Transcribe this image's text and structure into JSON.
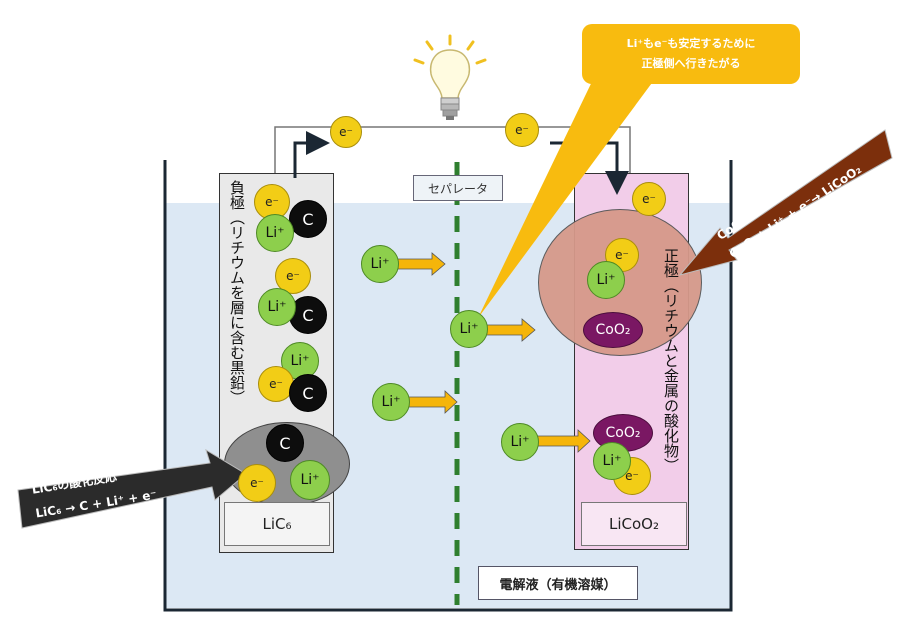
{
  "separator_label": "セパレータ",
  "electrolyte_label": "電解液（有機溶媒）",
  "anode": {
    "vertical_label": "負極（リチウムを層に含む黒鉛）",
    "box_label": "LiC₆",
    "reaction_title": "LiC₆の酸化反応",
    "reaction_eq": "LiC₆ → C + Li⁺ + e⁻"
  },
  "cathode": {
    "vertical_label": "正極（リチウムと金属の酸化物）",
    "box_label": "LiCoO₂",
    "reaction_title": "CoO₂の還元反応",
    "reaction_eq": "CoO₂+ Li⁺ + e⁻→ LiCoO₂"
  },
  "callout": {
    "line1": "Li⁺もe⁻も安定するために",
    "line2": "正極側へ行きたがる"
  },
  "particles": {
    "li": "Li⁺",
    "e": "e⁻",
    "c": "C",
    "coo2": "CoO₂"
  },
  "colors": {
    "electrolyte": "#dce8f4",
    "anode_bg": "#e9e9e9",
    "cathode_bg": "#f2cde9",
    "lithium": "#8dcf4c",
    "electron": "#f2cd16",
    "carbon": "#0d0d0d",
    "cobalt_oxide": "#7a1763",
    "callout": "#f8bb0f",
    "cathode_arrow": "#7c2f0c",
    "separator": "#2f7f2f"
  }
}
